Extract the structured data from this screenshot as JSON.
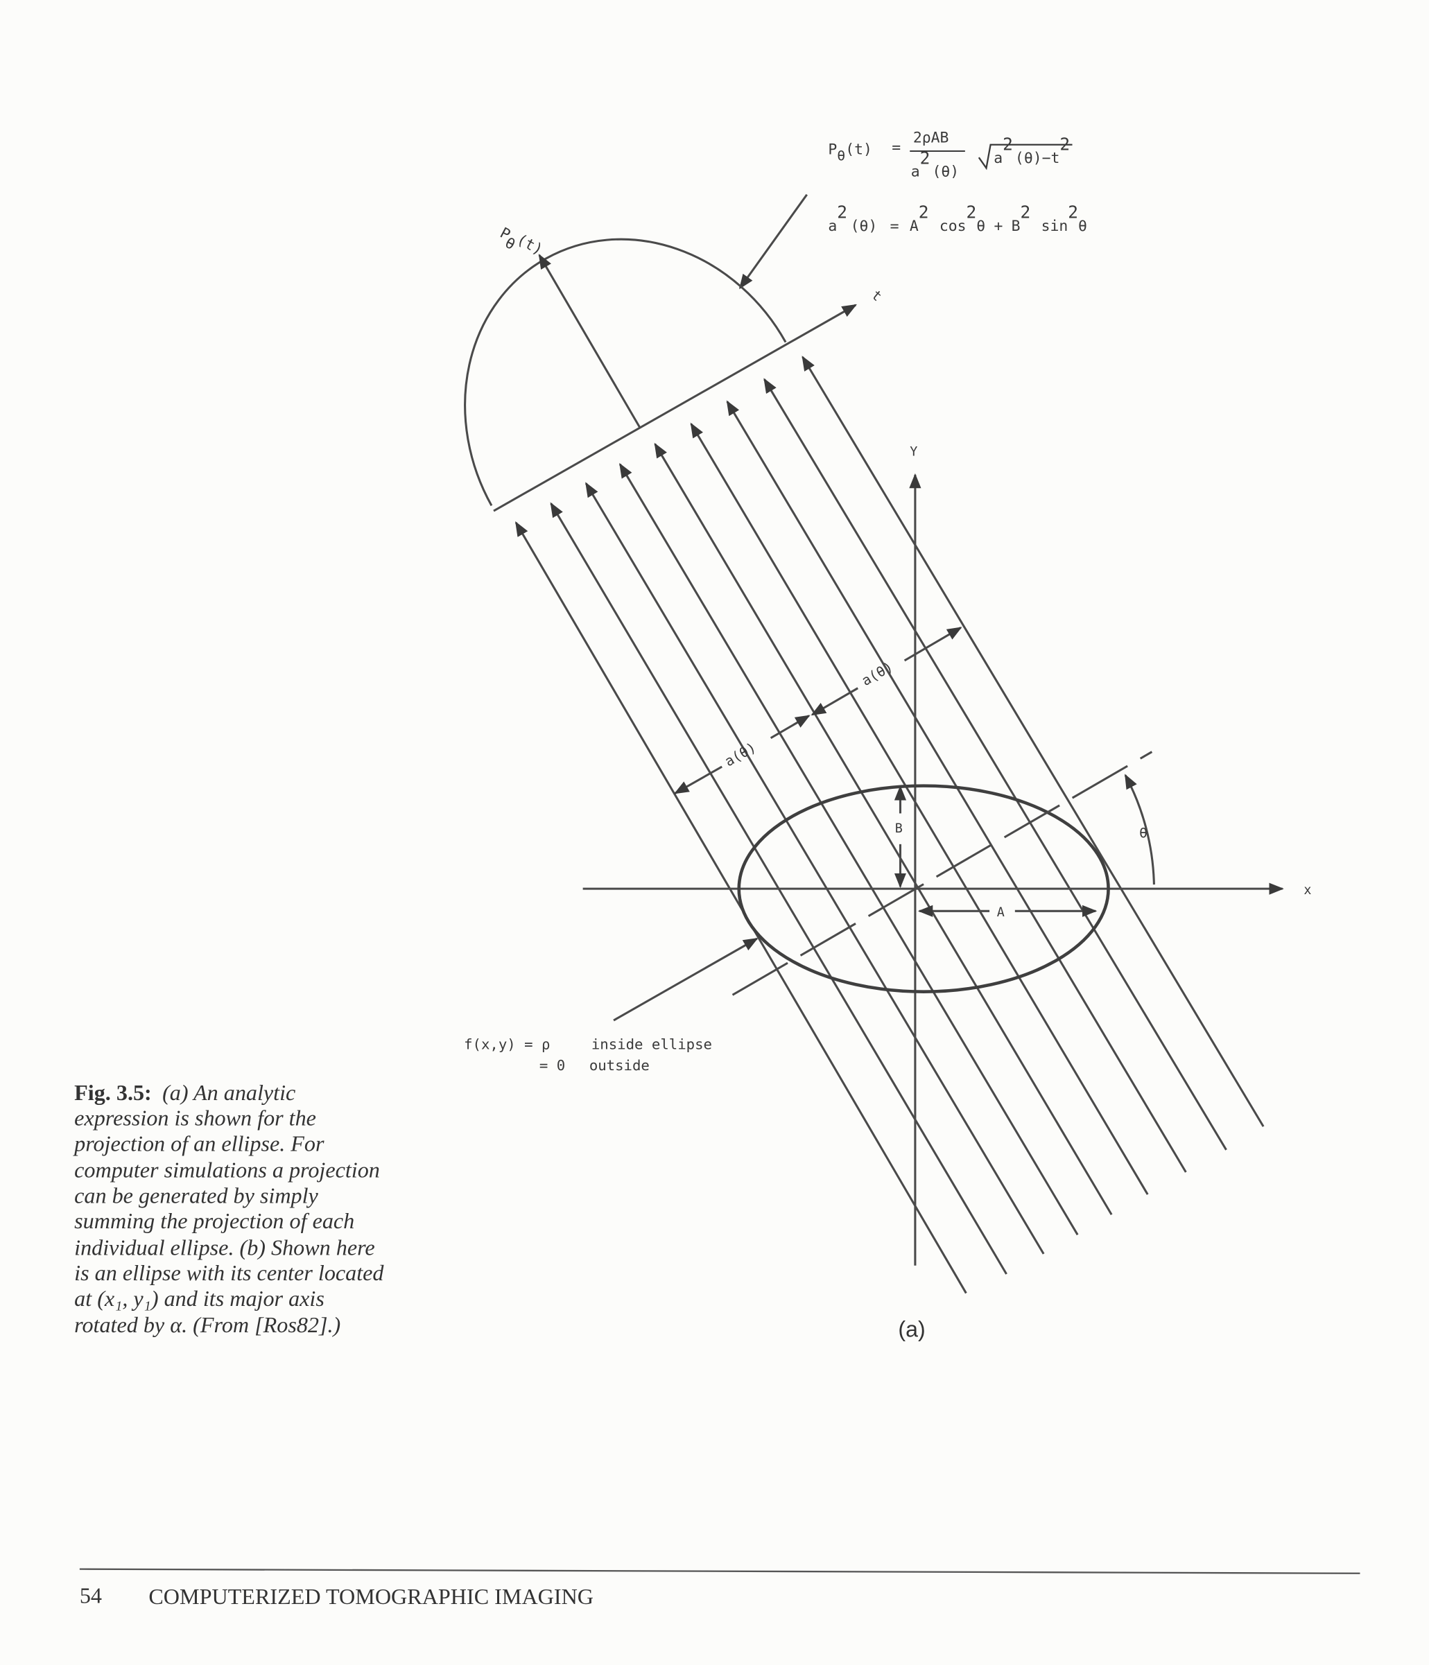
{
  "equations": {
    "projection": {
      "lhs_P": "P",
      "lhs_sub": "θ",
      "lhs_arg": "(t)",
      "eq": "=",
      "num": "2ρAB",
      "den_a": "a",
      "den_sup": "2",
      "den_arg": "(θ)",
      "rad_a": "a",
      "rad_sup": "2",
      "rad_rest": "(θ)−t",
      "rad_sup2": "2"
    },
    "a_theta": {
      "a": "a",
      "sup1": "2",
      "arg": "(θ)",
      "eq": "=",
      "A": "A",
      "sup2": "2",
      "cos": "cos",
      "sup3": "2",
      "th1": "θ",
      "plus": "+",
      "B": "B",
      "sup4": "2",
      "sin": "sin",
      "sup5": "2",
      "th2": "θ"
    }
  },
  "labels": {
    "p_theta_t": "P",
    "p_theta_sub": "θ",
    "p_theta_arg": "(t)",
    "t_axis": "t",
    "y_axis": "Y",
    "x_axis": "x",
    "a_theta_1": "a(θ)",
    "a_theta_2": "a(θ)",
    "B": "B",
    "A": "A",
    "theta": "θ",
    "f_line1_lhs": "f(x,y) = ρ",
    "f_line1_rhs": "inside ellipse",
    "f_line2_lhs": "= 0",
    "f_line2_rhs": "outside",
    "panel": "(a)"
  },
  "caption": {
    "label": "Fig. 3.5:",
    "lines": [
      "(a) An analytic",
      "expression is shown for the",
      "projection of an ellipse. For",
      "computer simulations a projection",
      "can be generated by simply",
      "summing the projection of each",
      "individual ellipse. (b) Shown here",
      "is an ellipse with its center located",
      "at (x₁, y₁) and its major axis",
      "rotated by α. (From [Ros82].)"
    ]
  },
  "footer": {
    "page_number": "54",
    "running_title": "COMPUTERIZED TOMOGRAPHIC IMAGING"
  }
}
